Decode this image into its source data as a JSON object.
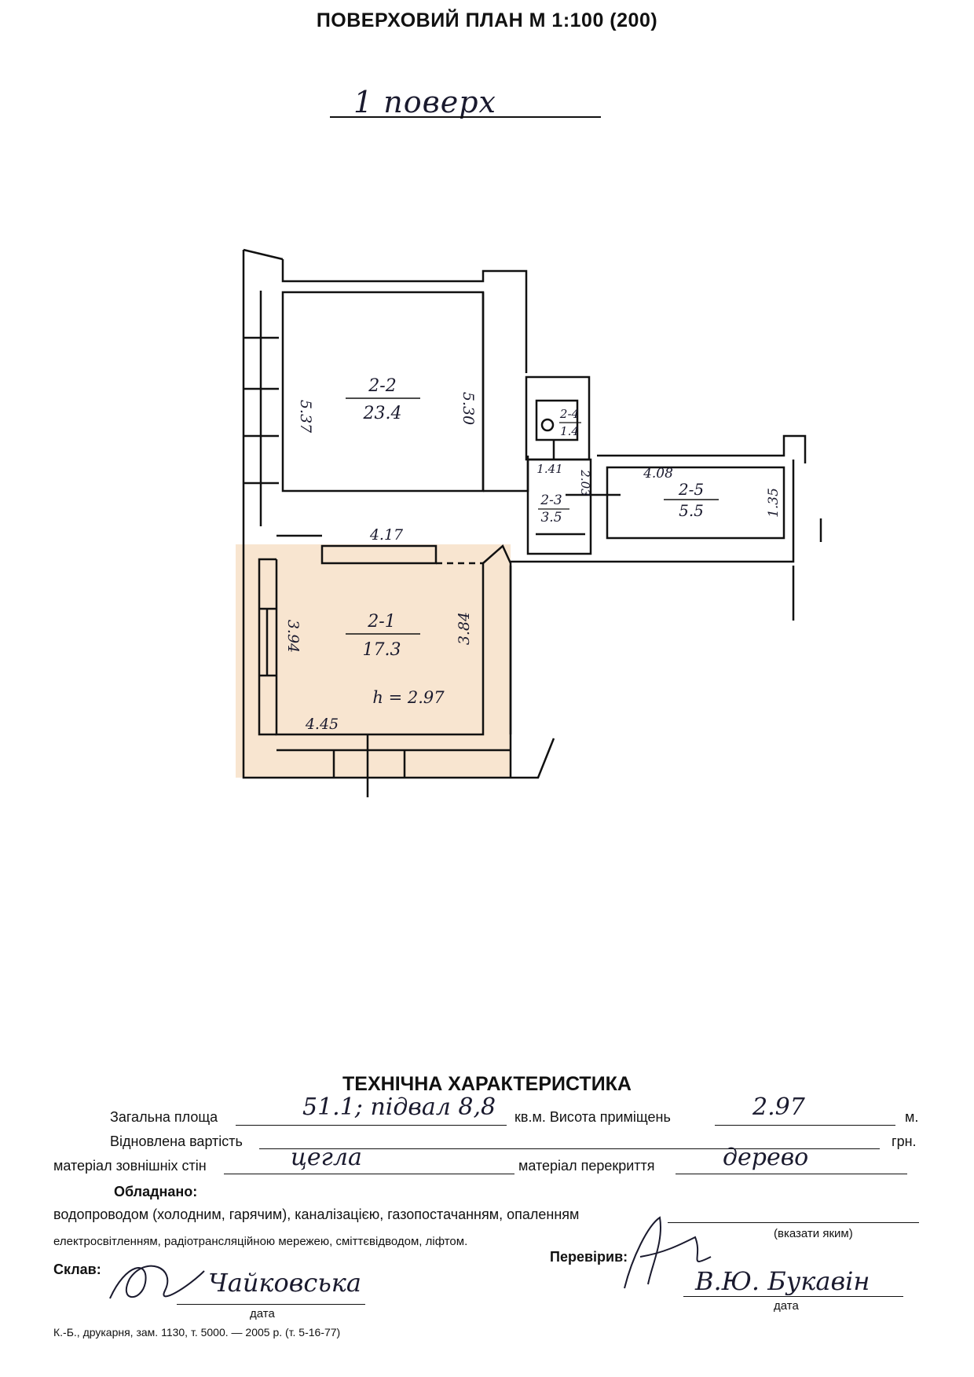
{
  "header": {
    "title": "ПОВЕРХОВИЙ ПЛАН М 1:100 (200)"
  },
  "floor_label": "1 поверх",
  "plan": {
    "rooms": [
      {
        "id": "2-2",
        "area": "23.4"
      },
      {
        "id": "2-1",
        "area": "17.3"
      },
      {
        "id": "2-3",
        "area": "3.5"
      },
      {
        "id": "2-4",
        "area": "1.4"
      },
      {
        "id": "2-5",
        "area": "5.5"
      }
    ],
    "dims": {
      "d537": "5.37",
      "d530": "5.30",
      "d417": "4.17",
      "d394": "3.94",
      "d384": "3.84",
      "d445": "4.45",
      "d141": "1.41",
      "d203": "2.03",
      "d408": "4.08",
      "d135": "1.35"
    },
    "height_note": "h = 2.97"
  },
  "tech": {
    "title": "ТЕХНІЧНА ХАРАКТЕРИСТИКА",
    "total_area_label": "Загальна площа",
    "total_area_value": "51.1; підвал 8,8",
    "area_unit_height_label": "кв.м. Висота приміщень",
    "height_value": "2.97",
    "height_unit": "м.",
    "cost_label": "Відновлена вартість",
    "cost_unit": "грн.",
    "walls_label": "матеріал зовнішніх стін",
    "walls_value": "цегла",
    "ceiling_label": "матеріал перекриття",
    "ceiling_value": "дерево",
    "equipped_label": "Обладнано:",
    "equip_line1": "водопроводом (холодним, гарячим), каналізацією, газопостачанням, опаленням",
    "equip_line2": "електросвітленням, радіотрансляційною мережею, сміттєвідводом, ліфтом.",
    "specify_note": "(вказати яким)",
    "compiled_label": "Склав:",
    "compiled_name": "Чайковська",
    "date_label": "дата",
    "checked_label": "Перевірив:",
    "checked_name": "В.Ю. Букавін",
    "footer": "К.-Б., друкарня, зам. 1130, т. 5000. — 2005 р. (т. 5-16-77)"
  }
}
